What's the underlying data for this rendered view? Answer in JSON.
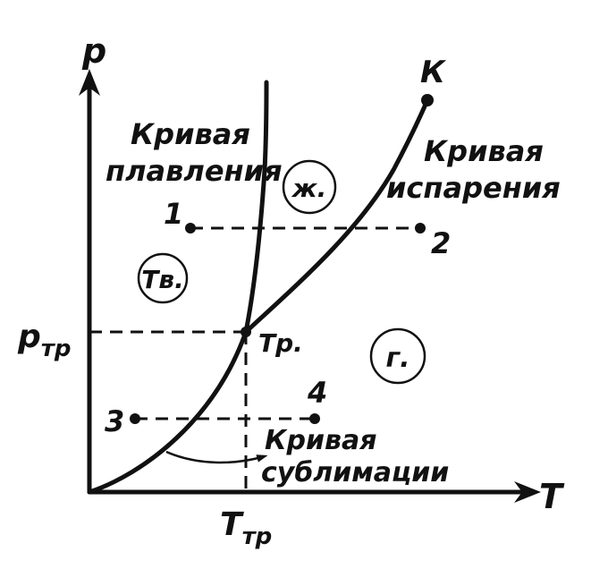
{
  "axes": {
    "y_label": "p",
    "x_label": "T",
    "p_tr": "p",
    "p_tr_sub": "тр",
    "t_tr": "T",
    "t_tr_sub": "тр"
  },
  "curves": {
    "melting_line1": "Кривая",
    "melting_line2": "плавления",
    "evaporation_line1": "Кривая",
    "evaporation_line2": "испарения",
    "sublimation_line1": "Кривая",
    "sublimation_line2": "сублимации"
  },
  "phases": {
    "solid": "Тв.",
    "liquid": "ж.",
    "gas": "г."
  },
  "points": {
    "critical": "К",
    "triple": "Тр.",
    "p1": "1",
    "p2": "2",
    "p3": "3",
    "p4": "4"
  }
}
